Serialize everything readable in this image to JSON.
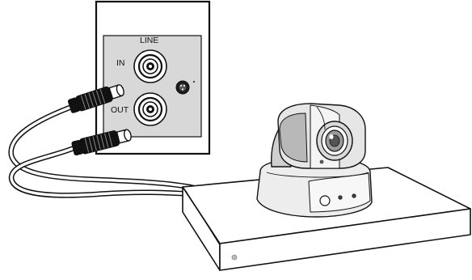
{
  "labels": {
    "line": "LINE",
    "in": "IN",
    "out": "OUT"
  },
  "colors": {
    "outline": "#111111",
    "panel_fill": "#d8d8d8",
    "plate_fill": "#ffffff",
    "camera_light": "#f2f2f2",
    "camera_shade": "#cfcfcf",
    "camera_dark": "#9a9a9a",
    "cable": "#ffffff"
  },
  "icons": {
    "device": "codec-unit",
    "camera": "ptz-camera-icon",
    "connector": "rca-jack-icon",
    "plug": "rca-plug-icon"
  }
}
